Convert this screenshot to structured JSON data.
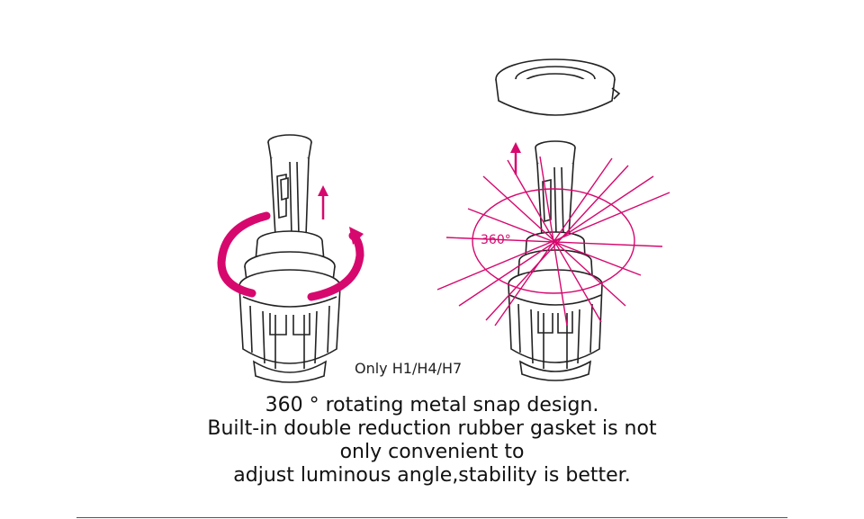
{
  "colors": {
    "accent": "#d6086e",
    "line": "#222222",
    "background": "#ffffff"
  },
  "labels": {
    "rotation": "360°",
    "fitment_note": "Only H1/H4/H7"
  },
  "caption": {
    "line1": "360 °  rotating metal snap design.",
    "line2": "Built-in double reduction rubber gasket is not",
    "line3": "only convenient to",
    "line4": "adjust luminous angle,stability is better."
  }
}
